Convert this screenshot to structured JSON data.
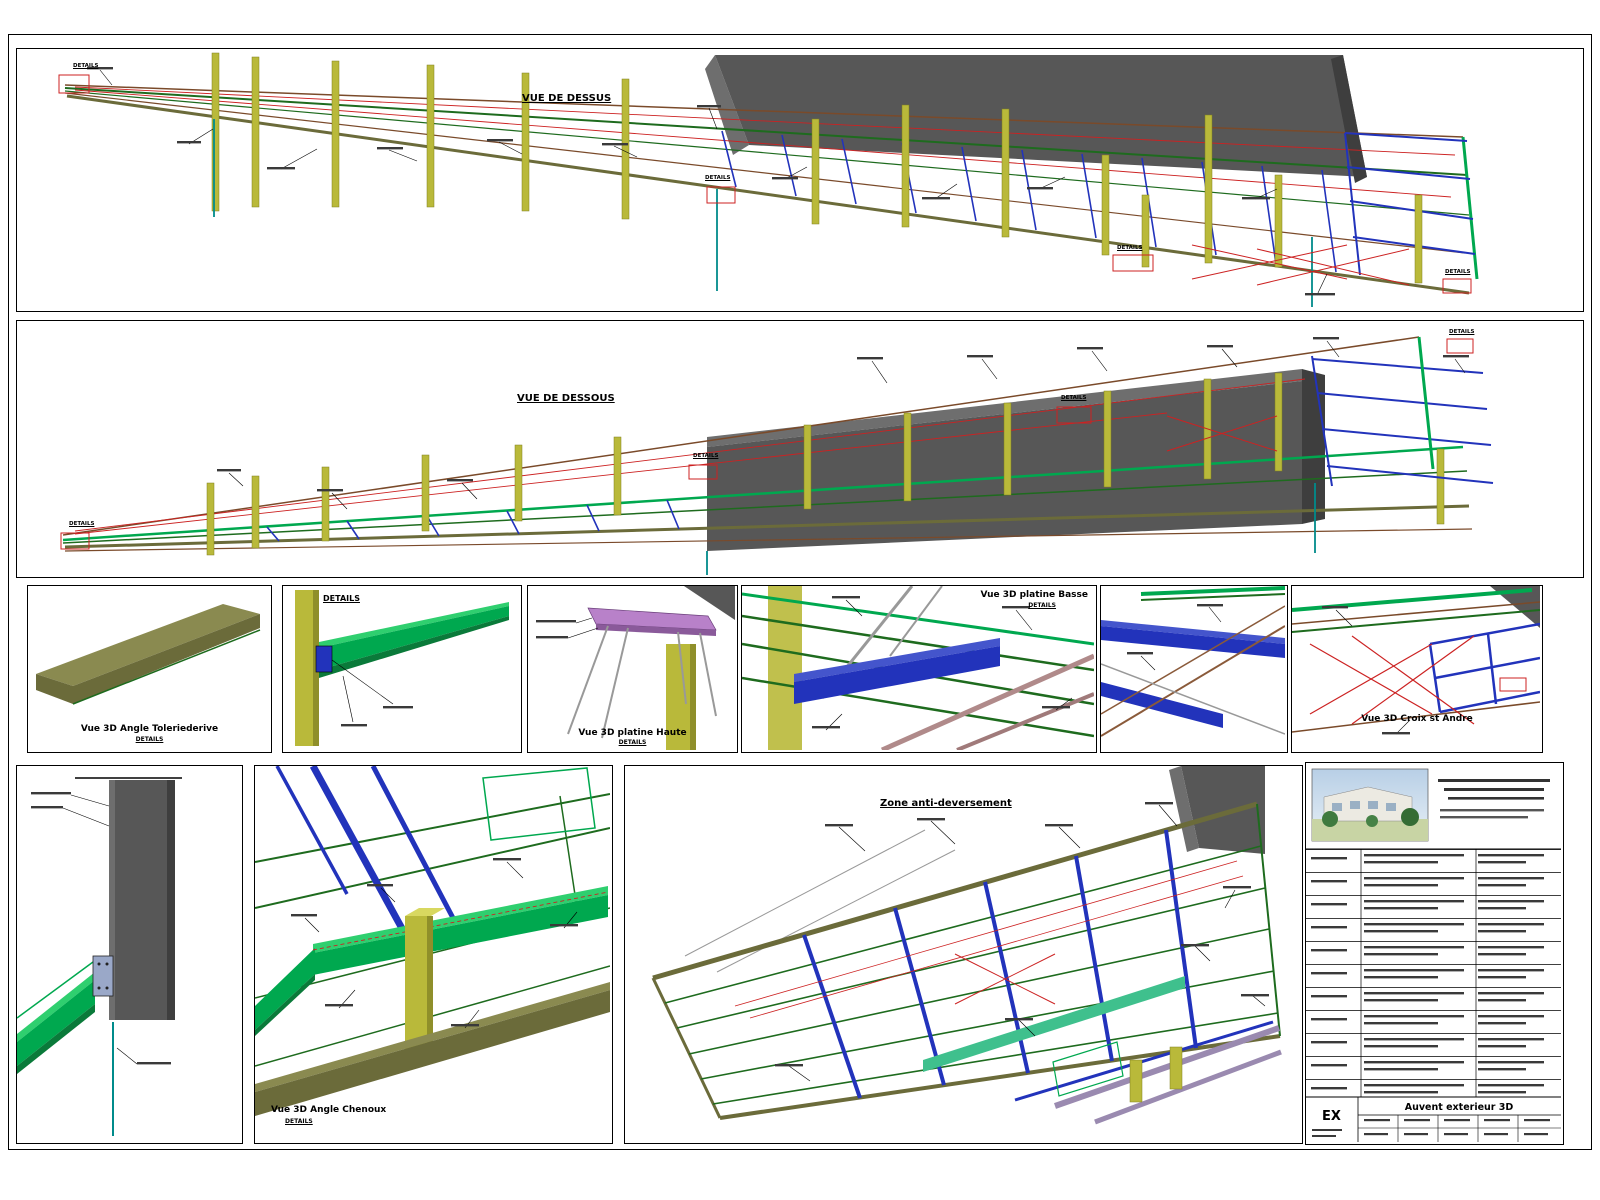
{
  "ref_label": "DETAILS",
  "colors": {
    "bright_green": "#00a84f",
    "dark_green": "#1e6b1e",
    "olive": "#6b6b3a",
    "yellow": "#b9b93a",
    "blue": "#2233bb",
    "red": "#cc2222",
    "gray_mass": "#575757",
    "teal": "#008b8b",
    "purple": "#b881c9"
  },
  "views": {
    "dessus": {
      "title": "VUE DE DESSUS"
    },
    "dessous": {
      "title": "VUE DE DESSOUS"
    }
  },
  "details": {
    "d1": {
      "title": "Vue 3D Angle Toleriederive",
      "subtitle": "DETAILS"
    },
    "d2": {
      "title": "DETAILS"
    },
    "d3": {
      "title": "Vue 3D platine Haute",
      "subtitle": "DETAILS"
    },
    "d4": {
      "title": "Vue 3D platine Basse",
      "subtitle": "DETAILS"
    },
    "d6": {
      "title": "Vue 3D Croix st Andre"
    }
  },
  "bottom": {
    "b2": {
      "title": "Vue 3D Angle Chenoux",
      "subtitle": "DETAILS"
    },
    "b3": {
      "title": "Zone anti-deversement"
    }
  },
  "titleblock": {
    "sheet_code": "EX",
    "drawing_title": "Auvent exterieur 3D"
  }
}
